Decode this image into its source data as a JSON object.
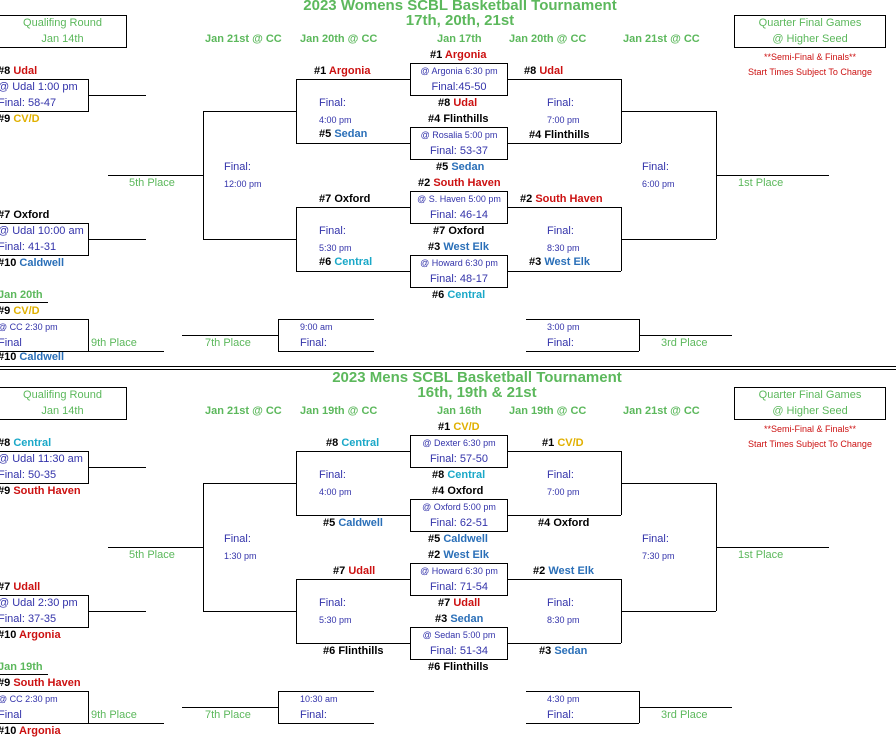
{
  "women": {
    "title1": "2023 Womens SCBL Basketball Tournament",
    "title2": "17th, 20th, 21st",
    "qual_round": "Qualifing Round",
    "qual_date": "Jan 14th",
    "qf_title": "Quarter Final Games",
    "qf_sub": "@ Higher Seed",
    "note1": "**Semi-Final & Finals**",
    "note2": "Start Times Subject To Change",
    "dates": [
      "Jan 21st @ CC",
      "Jan 20th @ CC",
      "Jan 17th",
      "Jan 20th @ CC",
      "Jan 21st @ CC"
    ],
    "q1": {
      "t1n": "#8",
      "t1": "Udal",
      "loc": "@ Udal  1:00 pm",
      "final": "Final:  58-47",
      "t2n": "#9",
      "t2": "CV/D"
    },
    "q2": {
      "t1n": "#7",
      "t1": "Oxford",
      "loc": "@ Udal  10:00 am",
      "final": "Final:  41-31",
      "t2n": "#10",
      "t2": "Caldwell"
    },
    "cons": {
      "date": "Jan 20th",
      "t1n": "#9",
      "t1": "CV/D",
      "loc": "@ CC 2:30 pm",
      "final": "Final",
      "t2n": "#10",
      "t2": "Caldwell"
    },
    "g1": {
      "t1n": "#1",
      "t1": "Argonia",
      "loc": "@ Argonia 6:30 pm",
      "final": "Final:45-50",
      "t2n": "#8",
      "t2": "Udal"
    },
    "g2": {
      "t1n": "#4",
      "t1": "Flinthills",
      "loc": "@ Rosalia 5:00 pm",
      "final": "Final: 53-37",
      "t2n": "#5",
      "t2": "Sedan"
    },
    "g3": {
      "t1n": "#2",
      "t1": "South Haven",
      "loc": "@ S. Haven 5:00 pm",
      "final": "Final: 46-14",
      "t2n": "#7",
      "t2": "Oxford"
    },
    "g4": {
      "t1n": "#3",
      "t1": "West Elk",
      "loc": "@ Howard 6:30 pm",
      "final": "Final: 48-17",
      "t2n": "#6",
      "t2": "Central"
    },
    "lsf1": {
      "t1n": "#1",
      "t1": "Argonia",
      "final": "Final:",
      "time": "4:00 pm",
      "t2n": "#5",
      "t2": "Sedan"
    },
    "lsf2": {
      "t1n": "#7",
      "t1": "Oxford",
      "final": "Final:",
      "time": "5:30 pm",
      "t2n": "#6",
      "t2": "Central"
    },
    "rsf1": {
      "t1n": "#8",
      "t1": "Udal",
      "final": "Final:",
      "time": "7:00 pm",
      "t2n": "#4",
      "t2": "Flinthills"
    },
    "rsf2": {
      "t1n": "#2",
      "t1": "South Haven",
      "final": "Final:",
      "time": "8:30 pm",
      "t2n": "#3",
      "t2": "West Elk"
    },
    "lf": {
      "final": "Final:",
      "time": "12:00 pm"
    },
    "rf": {
      "final": "Final:",
      "time": "6:00 pm"
    },
    "fifth": "5th Place",
    "first": "1st Place",
    "ninth": "9th Place",
    "seventh": "7th Place",
    "third": "3rd Place",
    "seventh_time": "9:00 am",
    "seventh_final": "Final:",
    "third_time": "3:00 pm",
    "third_final": "Final:"
  },
  "men": {
    "title1": "2023 Mens SCBL Basketball Tournament",
    "title2": "16th, 19th & 21st",
    "qual_round": "Qualifing Round",
    "qual_date": "Jan 14th",
    "qf_title": "Quarter Final Games",
    "qf_sub": "@ Higher Seed",
    "note1": "**Semi-Final & Finals**",
    "note2": "Start Times Subject To Change",
    "dates": [
      "Jan 21st @ CC",
      "Jan 19th @ CC",
      "Jan 16th",
      "Jan 19th @ CC",
      "Jan 21st @ CC"
    ],
    "q1": {
      "t1n": "#8",
      "t1": "Central",
      "loc": "@ Udal  11:30 am",
      "final": "Final:  50-35",
      "t2n": "#9",
      "t2": "South Haven"
    },
    "q2": {
      "t1n": "#7",
      "t1": "Udall",
      "loc": "@ Udal  2:30 pm",
      "final": "Final: 37-35",
      "t2n": "#10",
      "t2": "Argonia"
    },
    "cons": {
      "date": "Jan 19th",
      "t1n": "#9",
      "t1": "South Haven",
      "loc": "@ CC 2:30 pm",
      "final": "Final",
      "t2n": "#10",
      "t2": "Argonia"
    },
    "g1": {
      "t1n": "#1",
      "t1": "CV/D",
      "loc": "@ Dexter 6:30 pm",
      "final": "Final: 57-50",
      "t2n": "#8",
      "t2": "Central"
    },
    "g2": {
      "t1n": "#4",
      "t1": "Oxford",
      "loc": "@ Oxford 5:00 pm",
      "final": "Final: 62-51",
      "t2n": "#5",
      "t2": "Caldwell"
    },
    "g3": {
      "t1n": "#2",
      "t1": "West Elk",
      "loc": "@ Howard 6:30 pm",
      "final": "Final: 71-54",
      "t2n": "#7",
      "t2": "Udall"
    },
    "g4": {
      "t1n": "#3",
      "t1": "Sedan",
      "loc": "@ Sedan 5:00 pm",
      "final": "Final: 51-34",
      "t2n": "#6",
      "t2": "Flinthills"
    },
    "lsf1": {
      "t1n": "#8",
      "t1": "Central",
      "final": "Final:",
      "time": "4:00 pm",
      "t2n": "#5",
      "t2": "Caldwell"
    },
    "lsf2": {
      "t1n": "#7",
      "t1": "Udall",
      "final": "Final:",
      "time": "5:30 pm",
      "t2n": "#6",
      "t2": "Flinthills"
    },
    "rsf1": {
      "t1n": "#1",
      "t1": "CV/D",
      "final": "Final:",
      "time": "7:00 pm",
      "t2n": "#4",
      "t2": "Oxford"
    },
    "rsf2": {
      "t1n": "#2",
      "t1": "West Elk",
      "final": "Final:",
      "time": "8:30 pm",
      "t2n": "#3",
      "t2": "Sedan"
    },
    "lf": {
      "final": "Final:",
      "time": "1:30 pm"
    },
    "rf": {
      "final": "Final:",
      "time": "7:30 pm"
    },
    "fifth": "5th Place",
    "first": "1st Place",
    "ninth": "9th Place",
    "seventh": "7th Place",
    "third": "3rd Place",
    "seventh_time": "10:30 am",
    "seventh_final": "Final:",
    "third_time": "4:30 pm",
    "third_final": "Final:"
  }
}
